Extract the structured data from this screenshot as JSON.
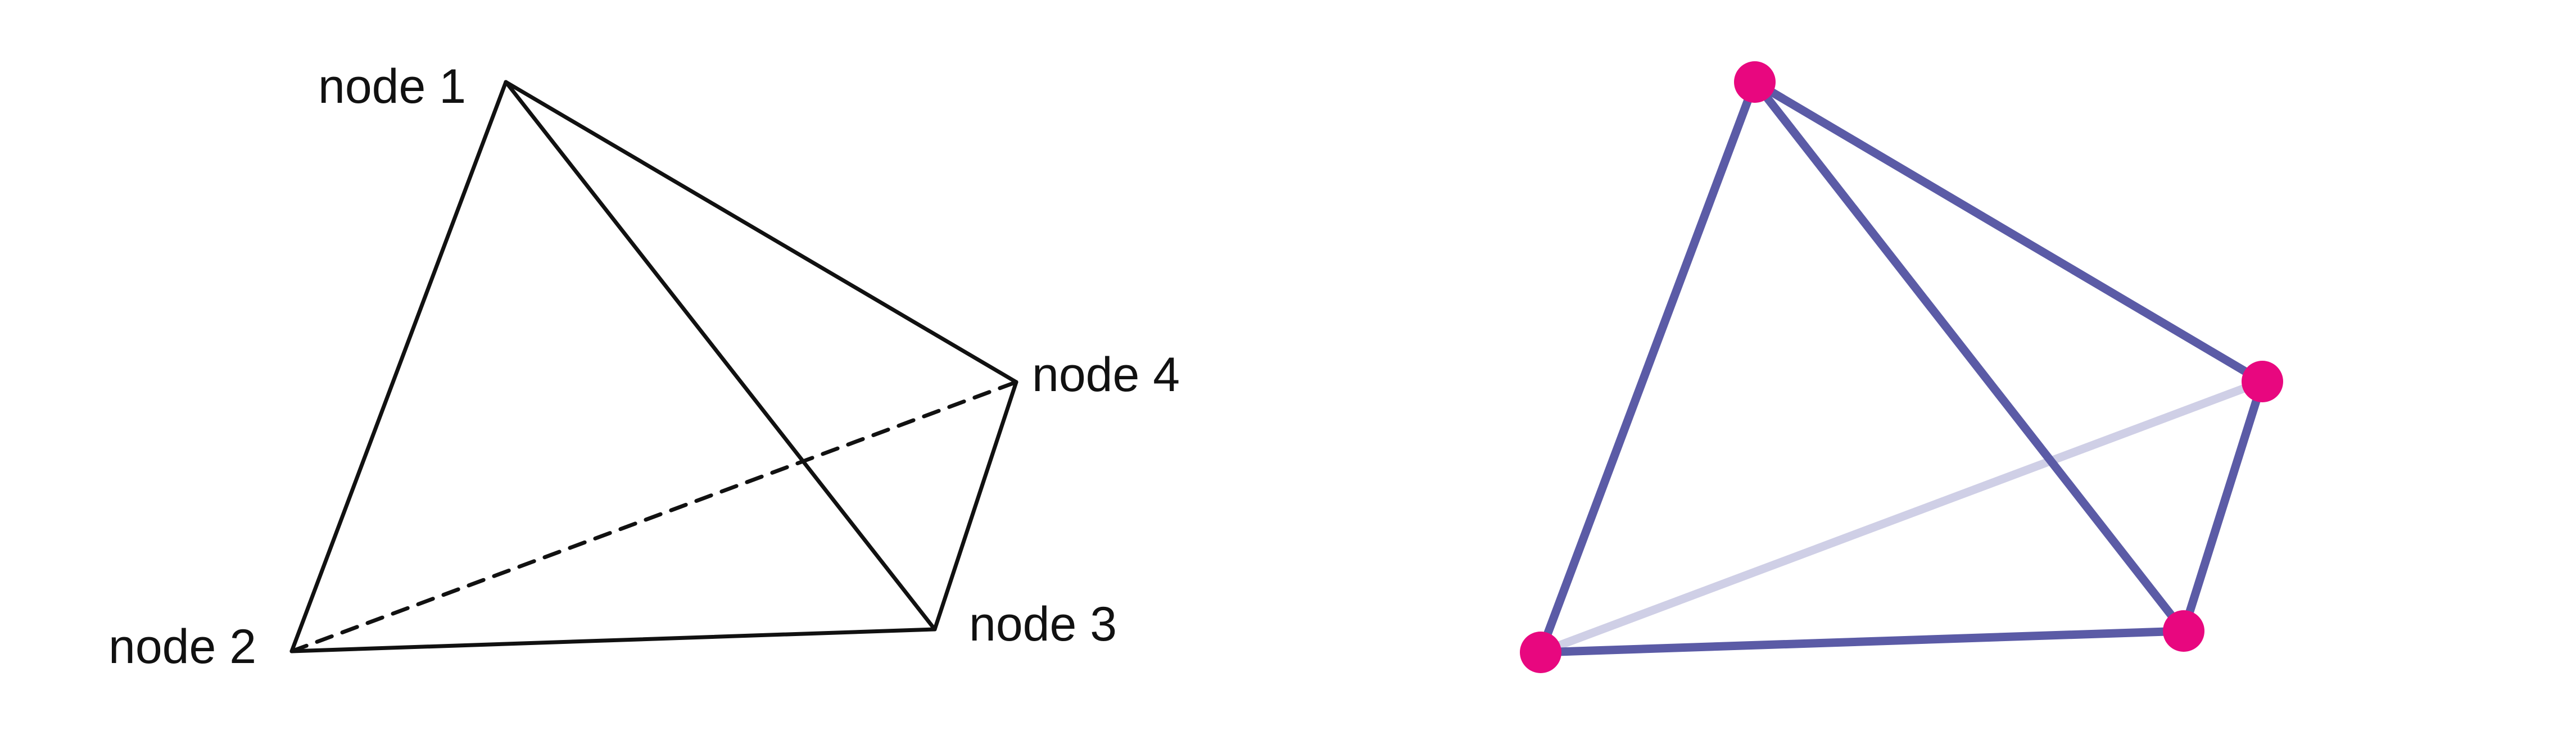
{
  "labels": {
    "node1": "node 1",
    "node2": "node 2",
    "node3": "node 3",
    "node4": "node 4"
  },
  "colors": {
    "wireframe_stroke": "#111111",
    "edge_front": "#5b5ba6",
    "edge_back": "#cfcfe6",
    "node_fill": "#e8077f",
    "background": "#ffffff"
  }
}
